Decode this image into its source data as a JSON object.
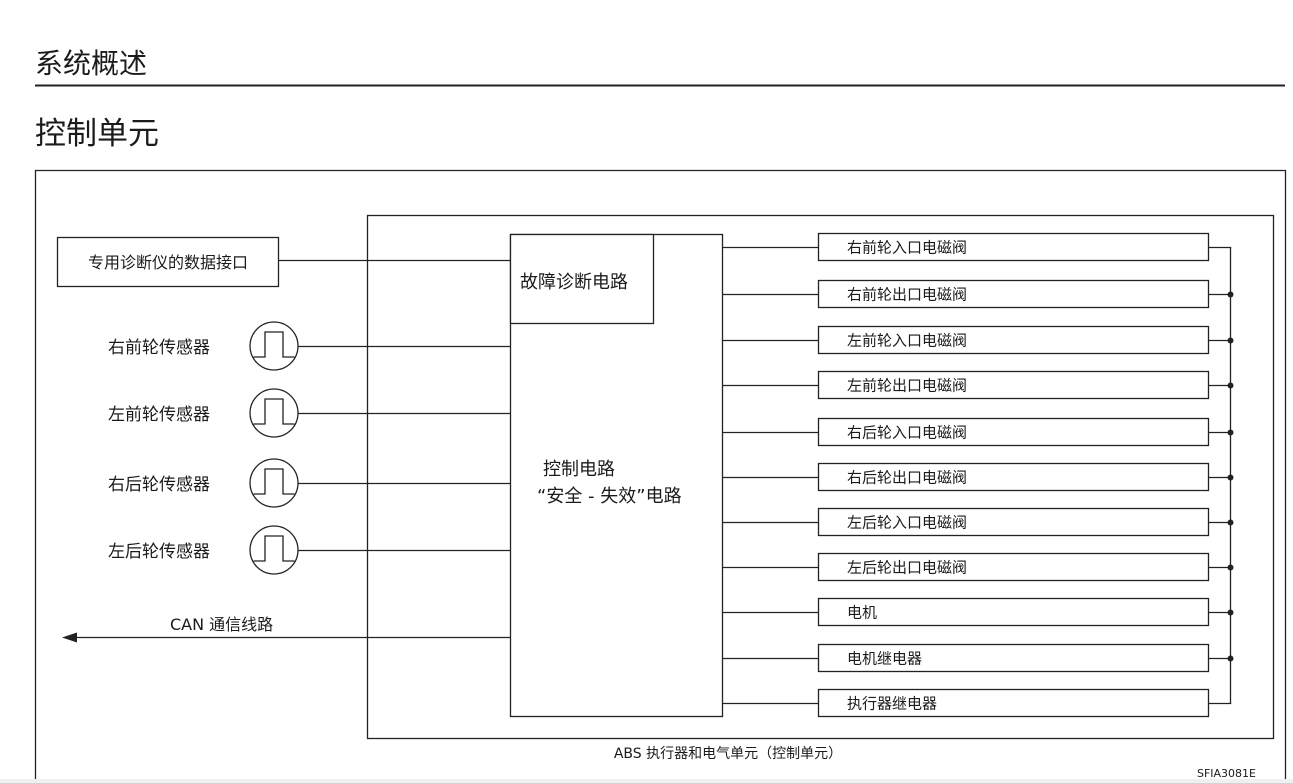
{
  "section_title": "系统概述",
  "subsection_title": "控制单元",
  "diagram": {
    "diagnosis_interface": "专用诊断仪的数据接口",
    "fault_diagnosis_circuit": "故障诊断电路",
    "control_circuit": "控制电路",
    "fail_safe_circuit": "“安全 - 失效”电路",
    "sensors": [
      "右前轮传感器",
      "左前轮传感器",
      "右后轮传感器",
      "左后轮传感器"
    ],
    "can_line": "CAN 通信线路",
    "outputs": [
      "右前轮入口电磁阀",
      "右前轮出口电磁阀",
      "左前轮入口电磁阀",
      "左前轮出口电磁阀",
      "右后轮入口电磁阀",
      "右后轮出口电磁阀",
      "左后轮入口电磁阀",
      "左后轮出口电磁阀",
      "电机",
      "电机继电器",
      "执行器继电器"
    ],
    "unit_caption": "ABS 执行器和电气单元（控制单元）",
    "figure_id": "SFIA3081E",
    "icons": {
      "sensor": "sensor-pulse-icon",
      "can_direction": "arrow-left-icon"
    }
  }
}
